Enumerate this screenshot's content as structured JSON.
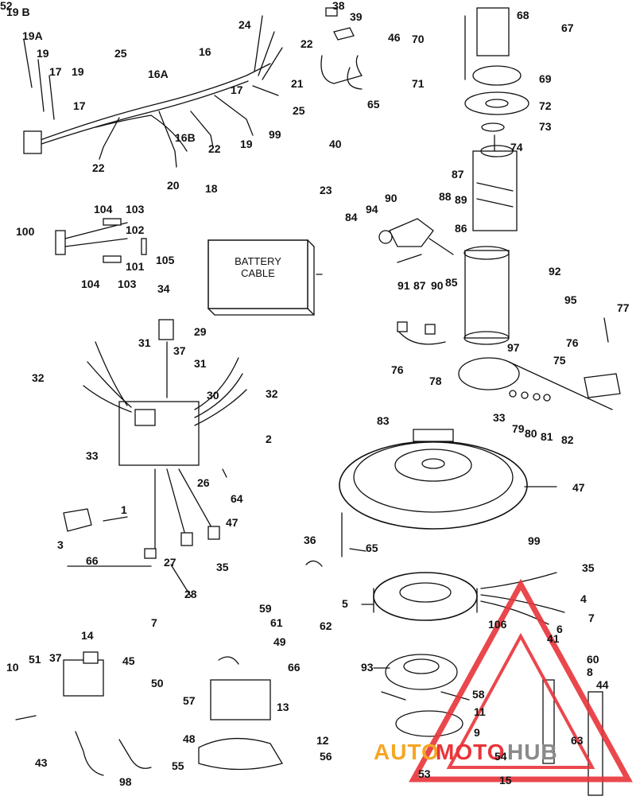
{
  "colors": {
    "ink": "#111111",
    "watermark_red": "#e8343a",
    "watermark_orange": "#f5a623",
    "watermark_grey": "#8a8a8a"
  },
  "callouts": [
    "19 B",
    "19A",
    "19",
    "17",
    "19",
    "17",
    "25",
    "16A",
    "16",
    "24",
    "22",
    "38",
    "39",
    "46",
    "70",
    "68",
    "67",
    "21",
    "25",
    "65",
    "71",
    "69",
    "72",
    "73",
    "17",
    "19",
    "16B",
    "22",
    "99",
    "40",
    "74",
    "22",
    "20",
    "18",
    "23",
    "87",
    "88",
    "90",
    "89",
    "84",
    "94",
    "86",
    "104",
    "103",
    "102",
    "100",
    "101",
    "105",
    "103",
    "104",
    "91",
    "87",
    "90",
    "85",
    "92",
    "95",
    "34",
    "29",
    "97",
    "77",
    "76",
    "31",
    "37",
    "31",
    "76",
    "78",
    "75",
    "32",
    "30",
    "32",
    "33",
    "79",
    "80",
    "81",
    "82",
    "83",
    "2",
    "33",
    "26",
    "64",
    "47",
    "1",
    "47",
    "36",
    "99",
    "65",
    "3",
    "66",
    "27",
    "28",
    "35",
    "35",
    "5",
    "4",
    "7",
    "6",
    "7",
    "59",
    "61",
    "62",
    "106",
    "41",
    "14",
    "49",
    "66",
    "60",
    "10",
    "51",
    "37",
    "45",
    "93",
    "8",
    "44",
    "50",
    "57",
    "58",
    "13",
    "11",
    "12",
    "9",
    "48",
    "56",
    "63",
    "43",
    "55",
    "54",
    "98",
    "53",
    "15",
    "52"
  ],
  "labels": {
    "battery_cable": "BATTERY\nCABLE"
  },
  "watermark": {
    "part1": "AUTO",
    "part2": "MOTO",
    "part3": "HUB"
  }
}
